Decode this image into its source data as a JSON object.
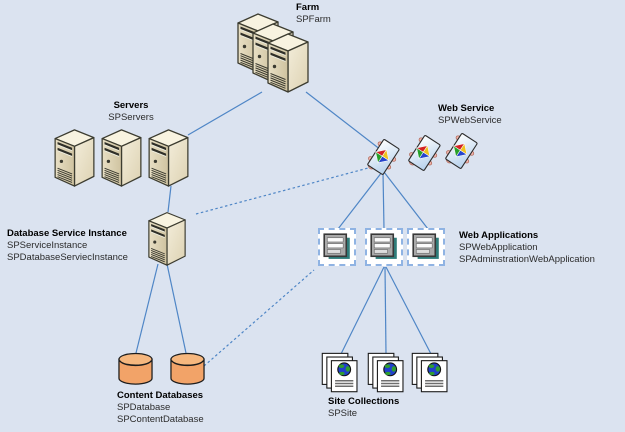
{
  "diagram": {
    "background": "#dbe3f0",
    "line_color": "#4f86c6"
  },
  "nodes": {
    "farm": {
      "title": "Farm",
      "name": "SPFarm"
    },
    "servers": {
      "title": "Servers",
      "name": "SPServers"
    },
    "web_service": {
      "title": "Web Service",
      "name": "SPWebService"
    },
    "database_service_instance": {
      "title": "Database Service Instance",
      "name": "SPServiceInstance",
      "name2": "SPDatabaseServiecInstance"
    },
    "web_applications": {
      "title": "Web Applications",
      "name": "SPWebApplication",
      "name2": "SPAdminstrationWebApplication"
    },
    "content_databases": {
      "title": "Content Databases",
      "name": "SPDatabase",
      "name2": "SPContentDatabase"
    },
    "site_collections": {
      "title": "Site Collections",
      "name": "SPSite"
    }
  }
}
